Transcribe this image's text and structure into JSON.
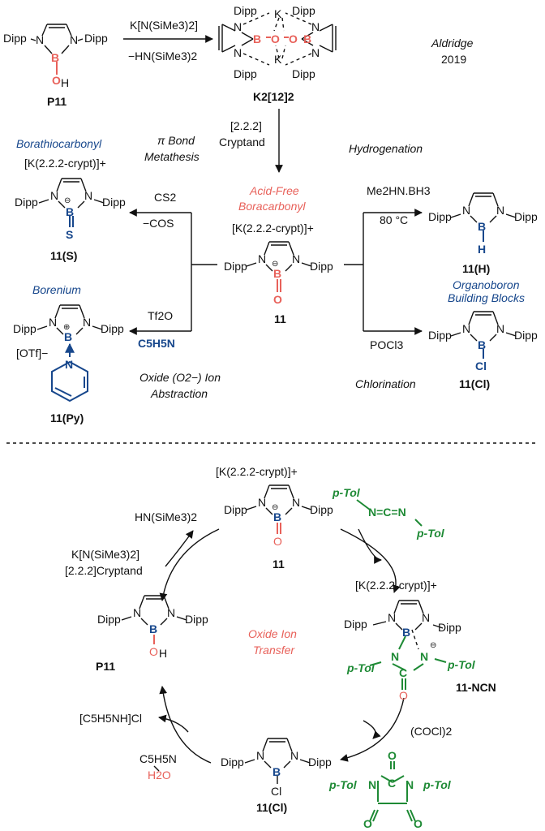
{
  "compounds": {
    "p11_top": "P11",
    "k2_12_2": "K2[12]2",
    "c11_center": "11",
    "c11S": "11(S)",
    "c11Py": "11(Py)",
    "c11H": "11(H)",
    "c11Cl": "11(Cl)",
    "c11_cycle": "11",
    "c11NCN": "11-NCN",
    "p11_cycle": "P11",
    "c11Cl_cycle": "11(Cl)"
  },
  "atoms": {
    "dipp": "Dipp",
    "N": "N",
    "B": "B",
    "O": "O",
    "H": "H",
    "S": "S",
    "Cl": "Cl",
    "K": "K",
    "C": "C",
    "ptol": "p-Tol",
    "minus": "⊖",
    "plus": "⊕"
  },
  "labels": {
    "aldridge": "Aldridge",
    "year": "2019",
    "k_counterion": "[K(2.2.2-crypt)]+",
    "acid_free_1": "Acid-Free",
    "acid_free_2": "Boracarbonyl",
    "borathiocarbonyl": "Borathiocarbonyl",
    "pi_bond_1": "π Bond",
    "pi_bond_2": "Metathesis",
    "borenium": "Borenium",
    "oxide_abs_1": "Oxide (O2−) Ion",
    "oxide_abs_2": "Abstraction",
    "hydrogenation": "Hydrogenation",
    "organoboron_1": "Organoboron",
    "organoboron_2": "Building Blocks",
    "chlorination": "Chlorination",
    "oxide_transfer_1": "Oxide Ion",
    "oxide_transfer_2": "Transfer",
    "otf": "[OTf]−"
  },
  "reagents": {
    "kn_sime3_2": "K[N(SiMe3)2]",
    "hn_sime3_2_byproduct": "−HN(SiMe3)2",
    "cryptand": "[2.2.2]",
    "cryptand_2": "Cryptand",
    "cs2": "CS2",
    "cos": "−COS",
    "tf2o": "Tf2O",
    "c5h5n": "C5H5N",
    "me2hnbh3": "Me2HN.BH3",
    "temp": "80 °C",
    "pocl3": "POCl3",
    "carbodiimide": "N=C=N",
    "cycle_hn": "HN(SiMe3)2",
    "cycle_kn": "K[N(SiMe3)2]",
    "cycle_crypt": "[2.2.2]Cryptand",
    "oxalyl": "(COCl)2",
    "pyhcl": "[C5H5NH]Cl",
    "c5h5n_cycle": "C5H5N",
    "h2o": "H2O"
  },
  "colors": {
    "blue": "#17478c",
    "red": "#e8615a",
    "green": "#1e8a35",
    "black": "#111111"
  }
}
